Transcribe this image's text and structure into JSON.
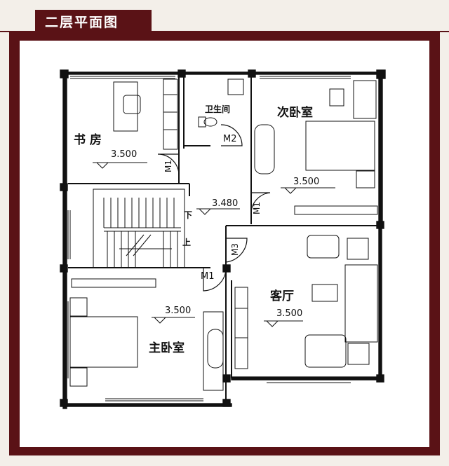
{
  "title": "二层平面图",
  "rooms": {
    "study": "书 房",
    "bathroom": "卫生间",
    "second_bedroom": "次卧室",
    "living_room": "客厅",
    "master_bedroom": "主卧室"
  },
  "elevations": {
    "study": "3.500",
    "second_bedroom": "3.500",
    "stair_landing": "3.480",
    "living_room": "3.500",
    "master_bedroom": "3.500"
  },
  "doors": {
    "study_door": "M1",
    "bath_door": "M2",
    "second_bed_door": "M1",
    "living_door": "M3",
    "master_door": "M1"
  },
  "stair": {
    "down": "下",
    "up": "上"
  },
  "colors": {
    "frame": "#5a1216",
    "background": "#f3efe9",
    "paper": "#ffffff",
    "ink": "#111111"
  }
}
